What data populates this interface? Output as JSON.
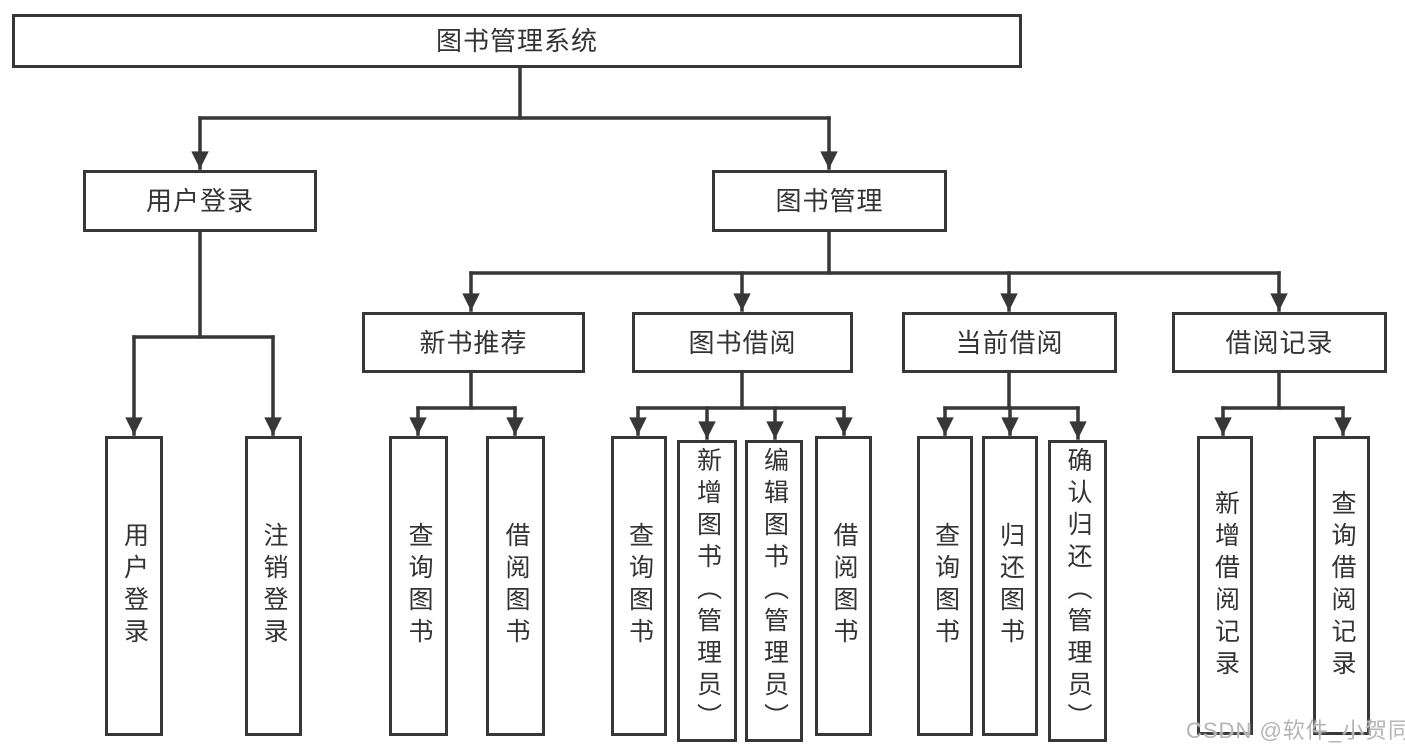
{
  "tree": {
    "root": {
      "label": "图书管理系统"
    },
    "branches": [
      {
        "label": "用户登录",
        "children": [
          {
            "label": "用户登录"
          },
          {
            "label": "注销登录"
          }
        ]
      },
      {
        "label": "图书管理",
        "children": [
          {
            "label": "新书推荐",
            "children": [
              {
                "label": "查询图书"
              },
              {
                "label": "借阅图书"
              }
            ]
          },
          {
            "label": "图书借阅",
            "children": [
              {
                "label": "查询图书"
              },
              {
                "label": "新增图书（管理员）"
              },
              {
                "label": "编辑图书（管理员）"
              },
              {
                "label": "借阅图书"
              }
            ]
          },
          {
            "label": "当前借阅",
            "children": [
              {
                "label": "查询图书"
              },
              {
                "label": "归还图书"
              },
              {
                "label": "确认归还（管理员）"
              }
            ]
          },
          {
            "label": "借阅记录",
            "children": [
              {
                "label": "新增借阅记录"
              },
              {
                "label": "查询借阅记录"
              }
            ]
          }
        ]
      }
    ]
  },
  "watermark": {
    "text": "CSDN @软件_小贺同学"
  },
  "colors": {
    "line": "#373737",
    "text": "#333333",
    "box_background": "#ffffff",
    "watermark": "#b5b5b5",
    "background": "#ffffff"
  }
}
